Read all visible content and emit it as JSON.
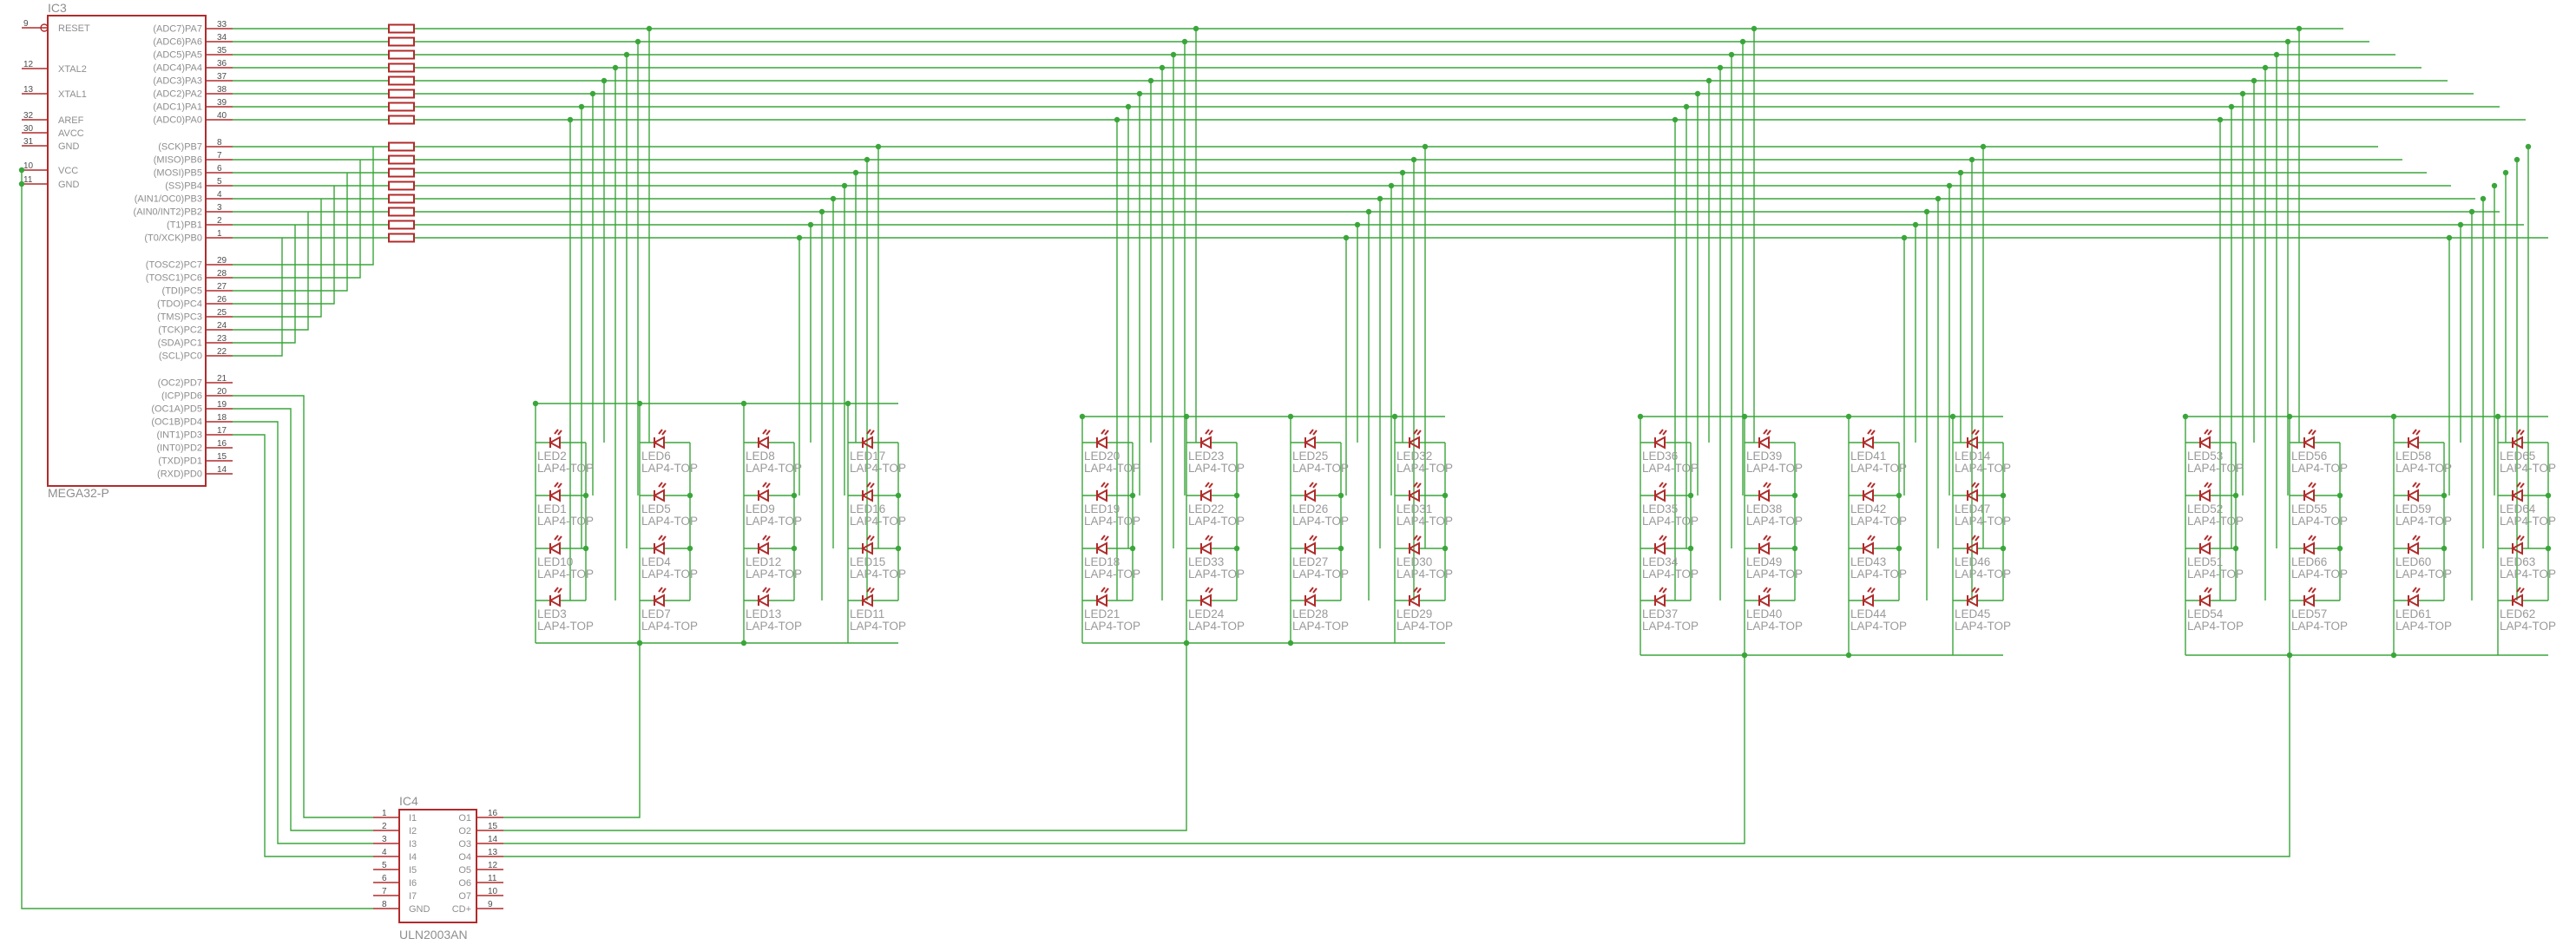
{
  "ic3": {
    "name": "IC3",
    "value": "MEGA32-P",
    "left_pins": [
      {
        "num": "9",
        "label": "RESET"
      },
      {
        "num": "12",
        "label": "XTAL2"
      },
      {
        "num": "13",
        "label": "XTAL1"
      },
      {
        "num": "32",
        "label": "AREF"
      },
      {
        "num": "30",
        "label": "AVCC"
      },
      {
        "num": "31",
        "label": "GND"
      },
      {
        "num": "10",
        "label": "VCC"
      },
      {
        "num": "11",
        "label": "GND"
      }
    ],
    "right_pins": [
      {
        "num": "33",
        "label": "(ADC7)PA7"
      },
      {
        "num": "34",
        "label": "(ADC6)PA6"
      },
      {
        "num": "35",
        "label": "(ADC5)PA5"
      },
      {
        "num": "36",
        "label": "(ADC4)PA4"
      },
      {
        "num": "37",
        "label": "(ADC3)PA3"
      },
      {
        "num": "38",
        "label": "(ADC2)PA2"
      },
      {
        "num": "39",
        "label": "(ADC1)PA1"
      },
      {
        "num": "40",
        "label": "(ADC0)PA0"
      },
      {
        "num": "8",
        "label": "(SCK)PB7"
      },
      {
        "num": "7",
        "label": "(MISO)PB6"
      },
      {
        "num": "6",
        "label": "(MOSI)PB5"
      },
      {
        "num": "5",
        "label": "(SS)PB4"
      },
      {
        "num": "4",
        "label": "(AIN1/OC0)PB3"
      },
      {
        "num": "3",
        "label": "(AIN0/INT2)PB2"
      },
      {
        "num": "2",
        "label": "(T1)PB1"
      },
      {
        "num": "1",
        "label": "(T0/XCK)PB0"
      },
      {
        "num": "29",
        "label": "(TOSC2)PC7"
      },
      {
        "num": "28",
        "label": "(TOSC1)PC6"
      },
      {
        "num": "27",
        "label": "(TDI)PC5"
      },
      {
        "num": "26",
        "label": "(TDO)PC4"
      },
      {
        "num": "25",
        "label": "(TMS)PC3"
      },
      {
        "num": "24",
        "label": "(TCK)PC2"
      },
      {
        "num": "23",
        "label": "(SDA)PC1"
      },
      {
        "num": "22",
        "label": "(SCL)PC0"
      },
      {
        "num": "21",
        "label": "(OC2)PD7"
      },
      {
        "num": "20",
        "label": "(ICP)PD6"
      },
      {
        "num": "19",
        "label": "(OC1A)PD5"
      },
      {
        "num": "18",
        "label": "(OC1B)PD4"
      },
      {
        "num": "17",
        "label": "(INT1)PD3"
      },
      {
        "num": "16",
        "label": "(INT0)PD2"
      },
      {
        "num": "15",
        "label": "(TXD)PD1"
      },
      {
        "num": "14",
        "label": "(RXD)PD0"
      }
    ]
  },
  "ic4": {
    "name": "IC4",
    "value": "ULN2003AN",
    "left_pins": [
      {
        "num": "1",
        "label": "I1"
      },
      {
        "num": "2",
        "label": "I2"
      },
      {
        "num": "3",
        "label": "I3"
      },
      {
        "num": "4",
        "label": "I4"
      },
      {
        "num": "5",
        "label": "I5"
      },
      {
        "num": "6",
        "label": "I6"
      },
      {
        "num": "7",
        "label": "I7"
      },
      {
        "num": "8",
        "label": "GND"
      }
    ],
    "right_pins": [
      {
        "num": "16",
        "label": "O1"
      },
      {
        "num": "15",
        "label": "O2"
      },
      {
        "num": "14",
        "label": "O3"
      },
      {
        "num": "13",
        "label": "O4"
      },
      {
        "num": "12",
        "label": "O5"
      },
      {
        "num": "11",
        "label": "O6"
      },
      {
        "num": "10",
        "label": "O7"
      },
      {
        "num": "9",
        "label": "CD+"
      }
    ]
  },
  "led_value": "LAP4-TOP",
  "led_blocks": [
    {
      "columns": [
        [
          "LED2",
          "LED1",
          "LED10",
          "LED3"
        ],
        [
          "LED6",
          "LED5",
          "LED4",
          "LED7"
        ],
        [
          "LED8",
          "LED9",
          "LED12",
          "LED13"
        ],
        [
          "LED17",
          "LED16",
          "LED15",
          "LED11"
        ]
      ]
    },
    {
      "columns": [
        [
          "LED20",
          "LED19",
          "LED18",
          "LED21"
        ],
        [
          "LED23",
          "LED22",
          "LED33",
          "LED24"
        ],
        [
          "LED25",
          "LED26",
          "LED27",
          "LED28"
        ],
        [
          "LED32",
          "LED31",
          "LED30",
          "LED29"
        ]
      ]
    },
    {
      "columns": [
        [
          "LED36",
          "LED35",
          "LED34",
          "LED37"
        ],
        [
          "LED39",
          "LED38",
          "LED49",
          "LED40"
        ],
        [
          "LED41",
          "LED42",
          "LED43",
          "LED44"
        ],
        [
          "LED14",
          "LED47",
          "LED46",
          "LED45"
        ]
      ]
    },
    {
      "columns": [
        [
          "LED53",
          "LED52",
          "LED51",
          "LED54"
        ],
        [
          "LED56",
          "LED55",
          "LED66",
          "LED57"
        ],
        [
          "LED58",
          "LED59",
          "LED60",
          "LED61"
        ],
        [
          "LED65",
          "LED64",
          "LED63",
          "LED62"
        ]
      ]
    }
  ]
}
